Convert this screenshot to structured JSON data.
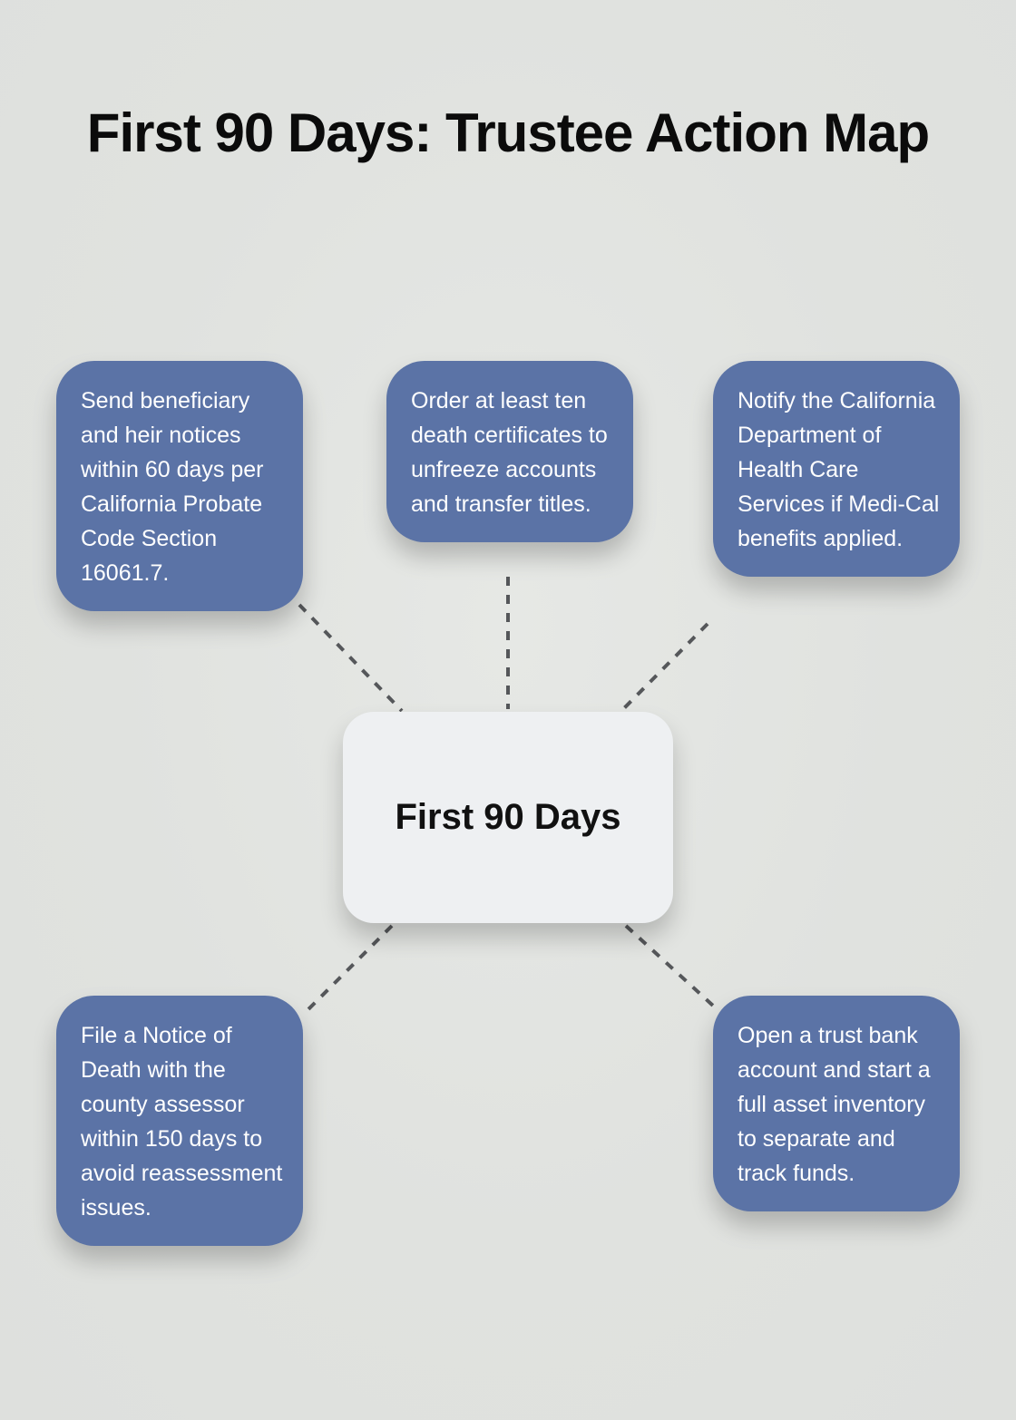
{
  "title": "First 90 Days: Trustee Action Map",
  "center": {
    "label": "First 90 Days"
  },
  "branches": [
    {
      "position": "top-left",
      "text": "Send beneficiary and heir notices within 60 days per California Probate Code Section 16061.7."
    },
    {
      "position": "top-center",
      "text": "Order at least ten death certificates to unfreeze accounts and transfer titles."
    },
    {
      "position": "top-right",
      "text": "Notify the California Department of Health Care Services if Medi-Cal benefits applied."
    },
    {
      "position": "bottom-left",
      "text": "File a Notice of Death with the county assessor within 150 days to avoid reassessment issues."
    },
    {
      "position": "bottom-right",
      "text": "Open a trust bank account and start a full asset inventory to separate and track funds."
    }
  ],
  "colors": {
    "background": "#e0e2df",
    "branch_fill": "#5b73a6",
    "branch_text": "#ffffff",
    "center_fill": "#eef0f2",
    "center_text": "#111111",
    "connector": "#55575a",
    "title": "#0b0b0b"
  }
}
